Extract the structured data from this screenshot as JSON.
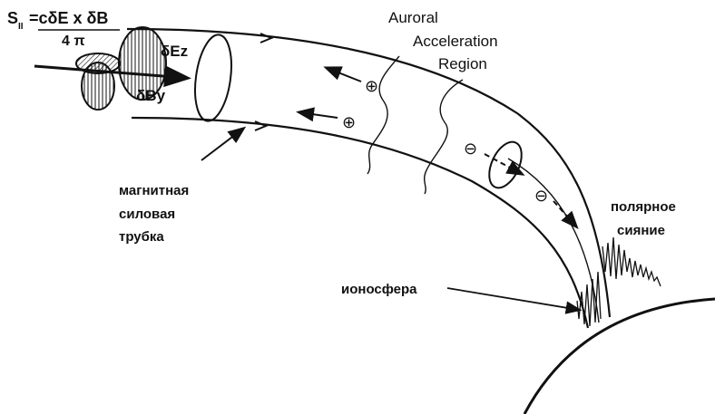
{
  "formula": {
    "lhs": "S",
    "subscript": "II",
    "rhs_numerator": "=cδE x δB",
    "rhs_denominator": "4 π"
  },
  "labels": {
    "delta_ez": "δEz",
    "delta_by": "δBy",
    "auroral_line1": "Auroral",
    "auroral_line2": "Acceleration",
    "auroral_line3": "Region",
    "flux_tube_line1": "магнитная",
    "flux_tube_line2": "силовая",
    "flux_tube_line3": "трубка",
    "aurora_line1": "полярное",
    "aurora_line2": "сияние",
    "ionosphere": "ионосфера"
  },
  "particles": {
    "positive": "⊕",
    "negative": "⊖"
  },
  "colors": {
    "ink": "#111111",
    "background": "#ffffff"
  }
}
